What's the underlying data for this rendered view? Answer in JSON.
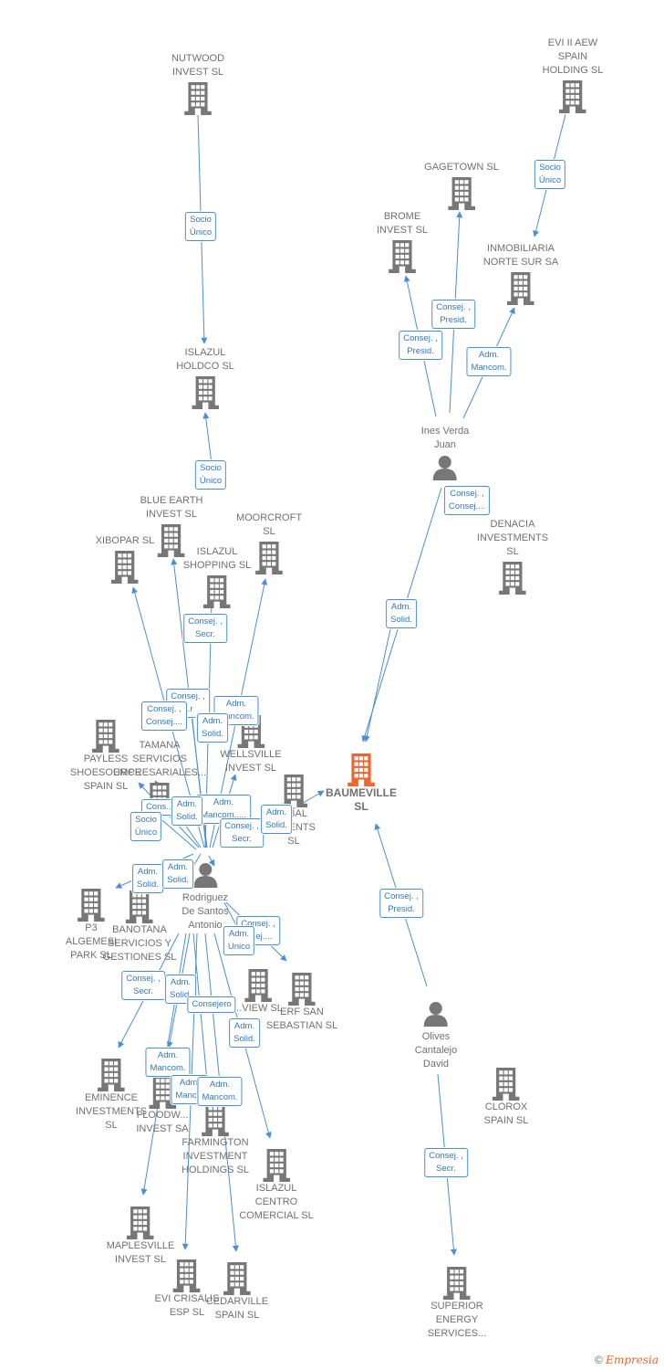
{
  "colors": {
    "edge": "#4a8ed6",
    "node": "#777777",
    "main": "#f0652f"
  },
  "nodes": [
    {
      "id": "nutwood",
      "label": "NUTWOOD\nINVEST  SL",
      "type": "company"
    },
    {
      "id": "evi2",
      "label": "EVI II AEW\nSPAIN\nHOLDING  SL",
      "type": "company"
    },
    {
      "id": "gagetown",
      "label": "GAGETOWN  SL",
      "type": "company"
    },
    {
      "id": "brome",
      "label": "BROME\nINVEST  SL",
      "type": "company"
    },
    {
      "id": "inmob",
      "label": "INMOBILIARIA\nNORTE SUR SA",
      "type": "company"
    },
    {
      "id": "islazulh",
      "label": "ISLAZUL\nHOLDCO  SL",
      "type": "company"
    },
    {
      "id": "ines",
      "label": "Ines Verda\nJuan",
      "type": "person"
    },
    {
      "id": "denacia",
      "label": "DENACIA\nINVESTMENTS\nSL",
      "type": "company"
    },
    {
      "id": "blueearth",
      "label": "BLUE EARTH\nINVEST  SL",
      "type": "company"
    },
    {
      "id": "moorcroft",
      "label": "MOORCROFT\nSL",
      "type": "company"
    },
    {
      "id": "xibopar",
      "label": "XIBOPAR  SL",
      "type": "company"
    },
    {
      "id": "islazuls",
      "label": "ISLAZUL\nSHOPPING  SL",
      "type": "company"
    },
    {
      "id": "payless",
      "label": "PAYLESS\nSHOESOURCE\nSPAIN SL",
      "type": "company"
    },
    {
      "id": "tamana",
      "label": "TAMANA\nSERVICIOS\nEMPRESARIALES...",
      "type": "company"
    },
    {
      "id": "wellsville",
      "label": "WELLSVILLE\nINVEST  SL",
      "type": "company"
    },
    {
      "id": "ibal",
      "label": "...BAL\n...MENTS\nSL",
      "type": "company"
    },
    {
      "id": "baumeville",
      "label": "BAUMEVILLE\nSL",
      "type": "main"
    },
    {
      "id": "rodriguez",
      "label": "Rodriguez\nDe Santos\nAntonio",
      "type": "person"
    },
    {
      "id": "p3",
      "label": "P3\nALGEMESI\nPARK  SL",
      "type": "company"
    },
    {
      "id": "banotana",
      "label": "BANOTANA\nSERVICIOS Y\nGESTIONES  SL",
      "type": "company"
    },
    {
      "id": "view",
      "label": "...VIEW  SL",
      "type": "company"
    },
    {
      "id": "erf",
      "label": "ERF SAN\nSEBASTIAN  SL",
      "type": "company"
    },
    {
      "id": "olives",
      "label": "Olives\nCantalejo\nDavid",
      "type": "person"
    },
    {
      "id": "clorox",
      "label": "CLOROX\nSPAIN SL",
      "type": "company"
    },
    {
      "id": "eminence",
      "label": "EMINENCE\nINVESTMENTS\nSL",
      "type": "company"
    },
    {
      "id": "floodw",
      "label": "FLOODW...\nINVEST SA",
      "type": "company"
    },
    {
      "id": "farmington",
      "label": "FARMINGTON\nINVESTMENT\nHOLDINGS  SL",
      "type": "company"
    },
    {
      "id": "islazulc",
      "label": "ISLAZUL\nCENTRO\nCOMERCIAL  SL",
      "type": "company"
    },
    {
      "id": "maplesville",
      "label": "MAPLESVILLE\nINVEST  SL",
      "type": "company"
    },
    {
      "id": "evicrisalis",
      "label": "EVI CRISALIS\nESP  SL",
      "type": "company"
    },
    {
      "id": "cedarville",
      "label": "CEDARVILLE\nSPAIN  SL",
      "type": "company"
    },
    {
      "id": "superior",
      "label": "SUPERIOR\nENERGY\nSERVICES...",
      "type": "company"
    }
  ],
  "edge_labels": [
    "Socio\nÚnico",
    "Socio\nÚnico",
    "Consej. ,\nPresid.",
    "Consej. ,\nPresid.",
    "Adm.\nMancom.",
    "Socio\nÚnico",
    "Consej. ,\nConsej....",
    "Adm.\nSolid.",
    "Consej. ,\nSecr.",
    "Consej. ,\n...r",
    "Consej. ,\nConsej....",
    "Adm.\nSolid.",
    "Adm.\nMancom.",
    "Adm.\nMancom.,...",
    "Consej. ,\nSecr.",
    "Adm.\nSolid.",
    "Cons...",
    "Adm.\nSolid.",
    "Socio\nÚnico",
    "Adm.\nSolid.",
    "Adm.\nSolid.",
    "Adm.\nSolid.",
    "Consej. ,\n...sej....",
    "Adm.\nUnico",
    "Consej. ,\nSecr.",
    "Adm.\nSolid.",
    "Consejero",
    "Adm.\nSolid.",
    "Adm.\nMancom.",
    "Adm.\nManc...",
    "Adm.\nMancom.",
    "Consej. ,\nPresid.",
    "Consej. ,\nSecr."
  ],
  "brand": {
    "copyright": "©",
    "name": "mpresia",
    "initial": "E"
  }
}
